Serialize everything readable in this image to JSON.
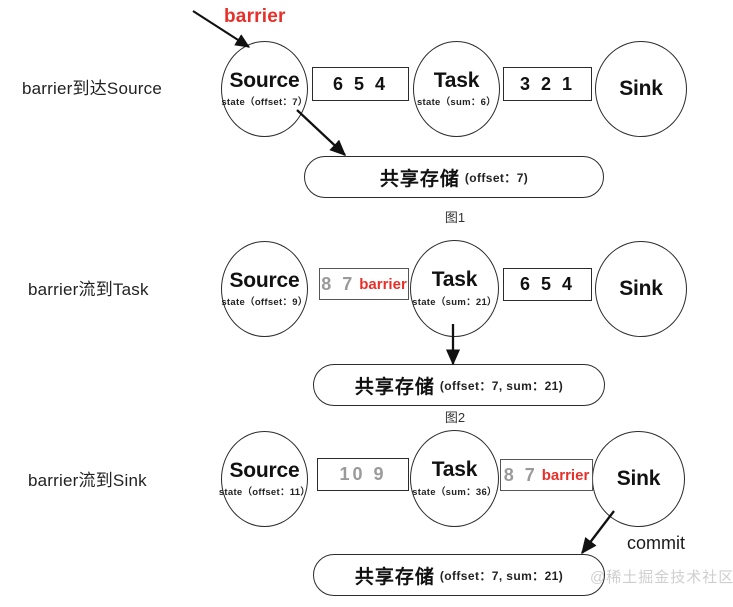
{
  "diagram": {
    "title": "Flink Checkpoint Barrier Flow",
    "colors": {
      "barrier_red": "#e8302a",
      "record_dim": "#9a9a9a",
      "stroke": "#2b2b2b",
      "watermark": "#cfcfcf"
    },
    "watermark": "@稀土掘金技术社区",
    "barrier_arrow_label": "barrier",
    "commit_label": "commit",
    "rows": [
      {
        "id": "row-barrier-at-source",
        "label": "barrier到达Source",
        "caption": "图1",
        "nodes": [
          {
            "id": "source",
            "title": "Source",
            "state": "state（offset：7）"
          },
          {
            "id": "task",
            "title": "Task",
            "state": "state（sum：6）"
          },
          {
            "id": "sink",
            "title": "Sink",
            "state": ""
          }
        ],
        "buffers": [
          {
            "id": "buffer-source-task",
            "records": "6 5 4",
            "dim": false,
            "barrier": ""
          },
          {
            "id": "buffer-task-sink",
            "records": "3 2 1",
            "dim": false,
            "barrier": ""
          }
        ],
        "storage": {
          "title": "共享存储",
          "meta": "(offset：7)"
        }
      },
      {
        "id": "row-barrier-to-task",
        "label": "barrier流到Task",
        "caption": "图2",
        "nodes": [
          {
            "id": "source",
            "title": "Source",
            "state": "state（offset：9）"
          },
          {
            "id": "task",
            "title": "Task",
            "state": "state（sum：21）"
          },
          {
            "id": "sink",
            "title": "Sink",
            "state": ""
          }
        ],
        "buffers": [
          {
            "id": "buffer-source-task",
            "records": "8 7",
            "dim": true,
            "barrier": "barrier"
          },
          {
            "id": "buffer-task-sink",
            "records": "6 5 4",
            "dim": false,
            "barrier": ""
          }
        ],
        "storage": {
          "title": "共享存储",
          "meta": "(offset：7, sum：21)"
        }
      },
      {
        "id": "row-barrier-to-sink",
        "label": "barrier流到Sink",
        "caption": "",
        "nodes": [
          {
            "id": "source",
            "title": "Source",
            "state": "state（offset：11）"
          },
          {
            "id": "task",
            "title": "Task",
            "state": "state（sum：36）"
          },
          {
            "id": "sink",
            "title": "Sink",
            "state": ""
          }
        ],
        "buffers": [
          {
            "id": "buffer-source-task",
            "records": "10 9",
            "dim": true,
            "barrier": ""
          },
          {
            "id": "buffer-task-sink",
            "records": "8 7",
            "dim": true,
            "barrier": "barrier"
          }
        ],
        "storage": {
          "title": "共享存储",
          "meta": "(offset：7, sum：21)"
        }
      }
    ]
  }
}
